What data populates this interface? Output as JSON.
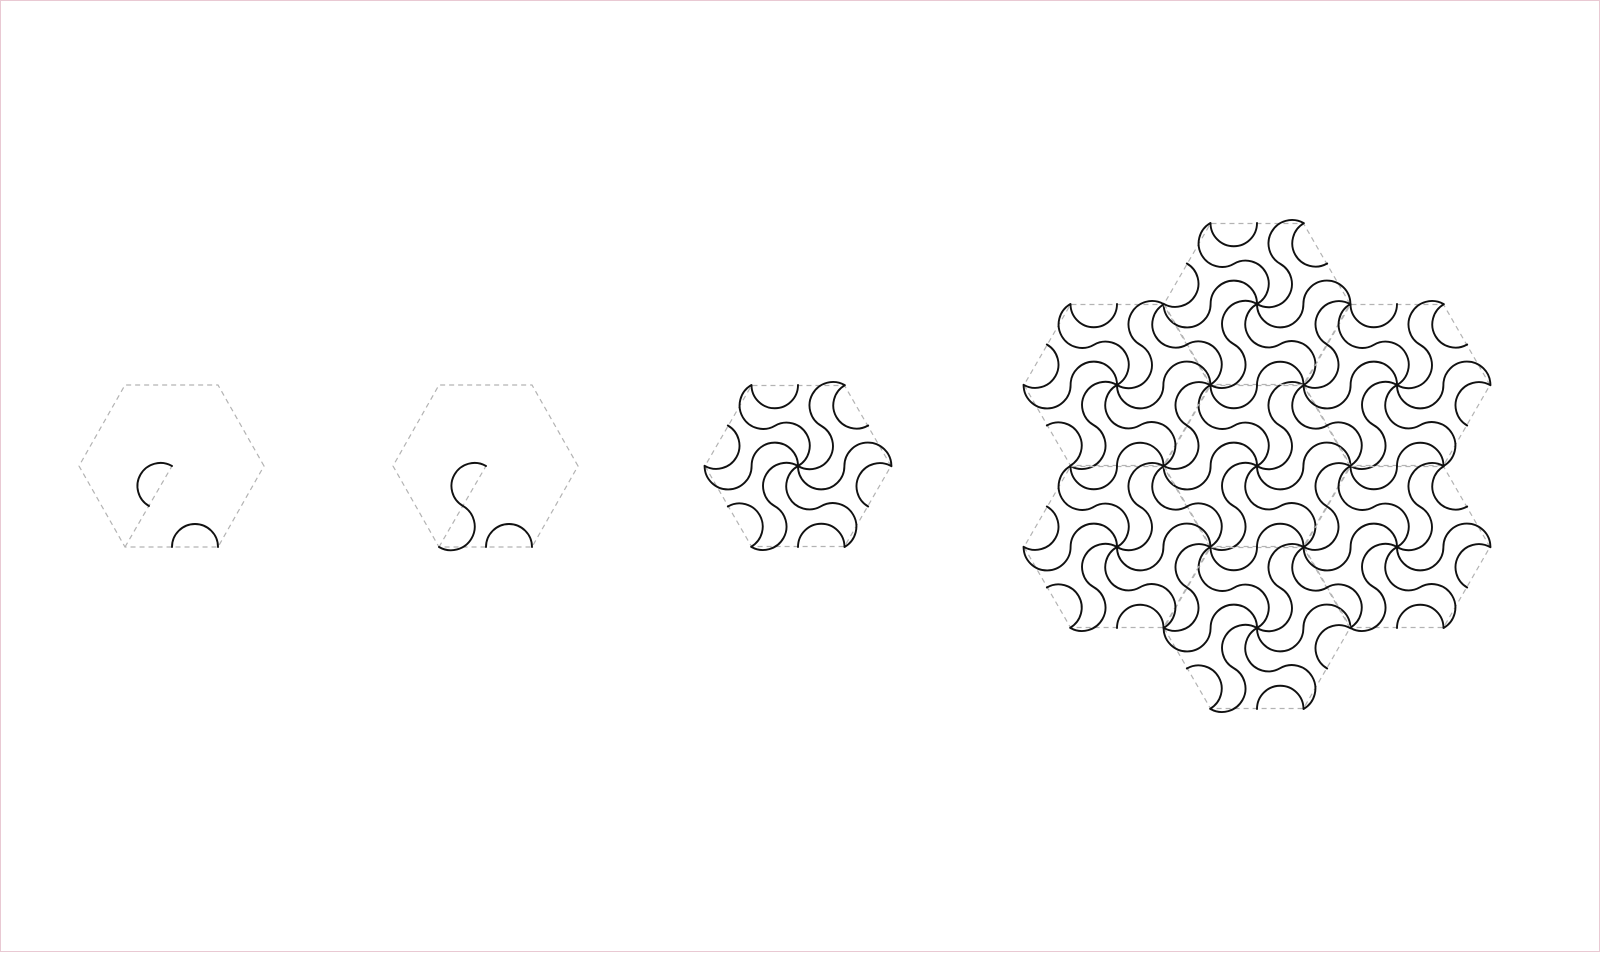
{
  "canvas": {
    "background": "#ffffff",
    "frame_color": "#e9c9d3"
  },
  "style": {
    "outline_color": "#b3b3b3",
    "arc_color": "#111111"
  },
  "diagram": {
    "steps": [
      {
        "name": "step-1-basic-motif",
        "stage": "motif"
      },
      {
        "name": "step-2-motif-with-s-curve",
        "stage": "s-motif"
      },
      {
        "name": "step-3-rotated-hexagon-tile",
        "stage": "tile"
      },
      {
        "name": "step-4-seven-tile-patch",
        "stage": "patch",
        "tiles": 7
      }
    ]
  }
}
